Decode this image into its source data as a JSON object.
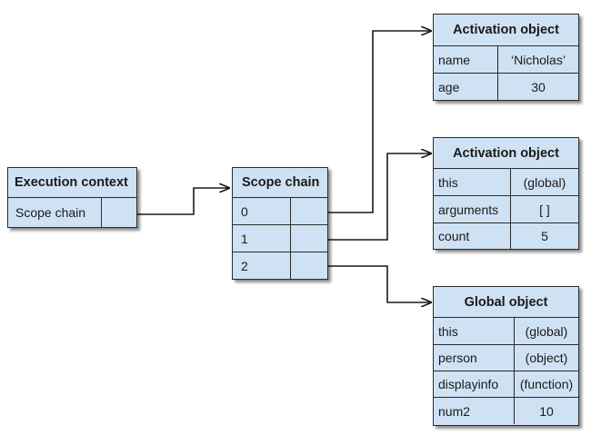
{
  "execution_context": {
    "title": "Execution context",
    "row_label": "Scope chain"
  },
  "scope_chain": {
    "title": "Scope chain",
    "slots": [
      "0",
      "1",
      "2"
    ]
  },
  "activation_object_1": {
    "title": "Activation object",
    "rows": [
      {
        "key": "name",
        "value": "‘Nicholas’"
      },
      {
        "key": "age",
        "value": "30"
      }
    ]
  },
  "activation_object_2": {
    "title": "Activation object",
    "rows": [
      {
        "key": "this",
        "value": "(global)"
      },
      {
        "key": "arguments",
        "value": "[ ]"
      },
      {
        "key": "count",
        "value": "5"
      }
    ]
  },
  "global_object": {
    "title": "Global object",
    "rows": [
      {
        "key": "this",
        "value": "(global)"
      },
      {
        "key": "person",
        "value": "(object)"
      },
      {
        "key": "displayinfo",
        "value": "(function)"
      },
      {
        "key": "num2",
        "value": "10"
      }
    ]
  }
}
